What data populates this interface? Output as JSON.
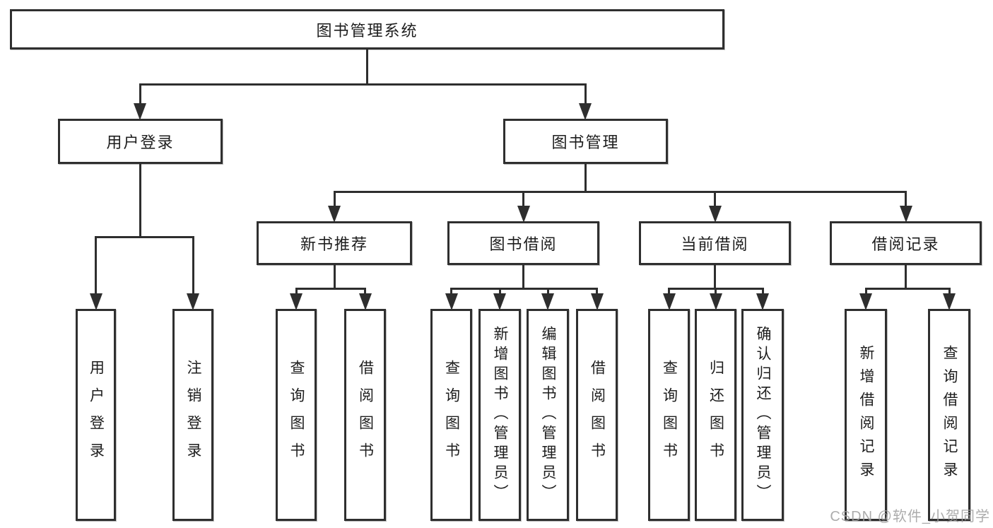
{
  "tree": {
    "root": {
      "label": "图书管理系统",
      "children": [
        {
          "label": "用户登录",
          "children": [
            {
              "label": "用户登录"
            },
            {
              "label": "注销登录"
            }
          ]
        },
        {
          "label": "图书管理",
          "children": [
            {
              "label": "新书推荐",
              "children": [
                {
                  "label": "查询图书"
                },
                {
                  "label": "借阅图书"
                }
              ]
            },
            {
              "label": "图书借阅",
              "children": [
                {
                  "label": "查询图书"
                },
                {
                  "label": "新增图书（管理员）"
                },
                {
                  "label": "编辑图书（管理员）"
                },
                {
                  "label": "借阅图书"
                }
              ]
            },
            {
              "label": "当前借阅",
              "children": [
                {
                  "label": "查询图书"
                },
                {
                  "label": "归还图书"
                },
                {
                  "label": "确认归还（管理员）"
                }
              ]
            },
            {
              "label": "借阅记录",
              "children": [
                {
                  "label": "新增借阅记录"
                },
                {
                  "label": "查询借阅记录"
                }
              ]
            }
          ]
        }
      ]
    }
  },
  "watermark": {
    "text": "CSDN @软件_小贺同学"
  },
  "colors": {
    "line": "#2e2e2e",
    "box_border": "#2f2f2f",
    "text": "#1d1d1d",
    "watermark": "#9e9e9e",
    "background": "#ffffff"
  }
}
